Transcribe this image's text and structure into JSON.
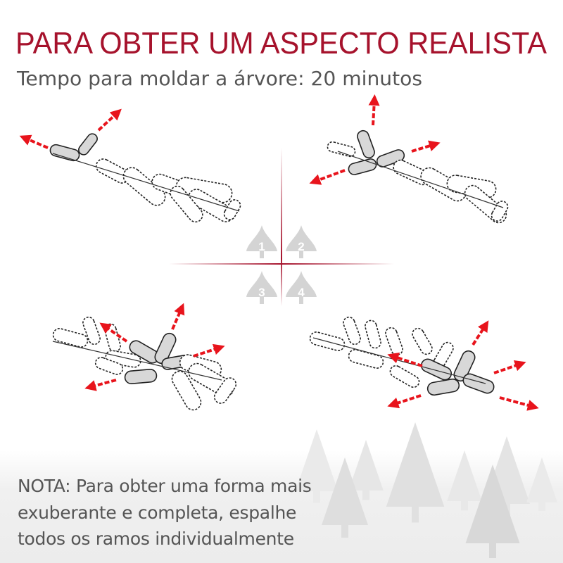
{
  "header": {
    "title": "PARA OBTER UM ASPECTO REALISTA",
    "subtitle": "Tempo para moldar a árvore:  20 minutos"
  },
  "steps": [
    {
      "number": "1"
    },
    {
      "number": "2"
    },
    {
      "number": "3"
    },
    {
      "number": "4"
    }
  ],
  "note": {
    "lines": [
      "NOTA: Para obter uma forma mais",
      "exuberante e completa, espalhe",
      "todos os ramos individualmente"
    ]
  },
  "colors": {
    "title": "#a6122c",
    "arrow": "#e8141c",
    "text": "#555555",
    "icon": "#d4d4d4"
  }
}
